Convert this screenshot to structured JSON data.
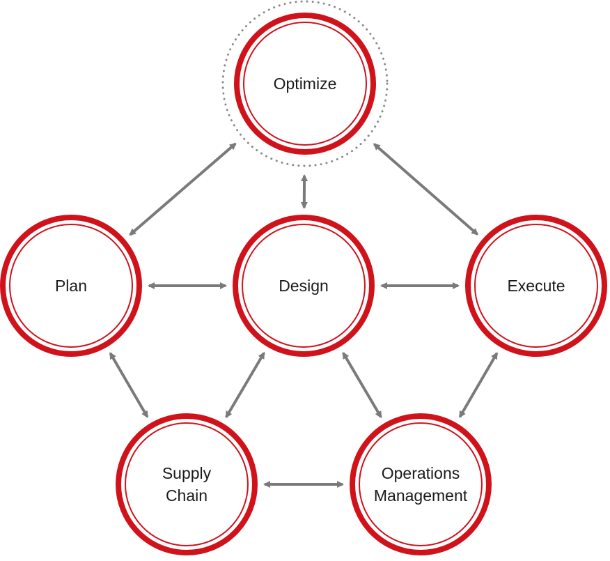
{
  "colors": {
    "ring": "#d0121b",
    "arrow": "#7a7a7a",
    "dotted_halo": "#8a8a8a",
    "text": "#1a1a1a",
    "background": "#ffffff"
  },
  "nodes": {
    "optimize": {
      "lines": [
        "Optimize"
      ],
      "highlighted": true
    },
    "plan": {
      "lines": [
        "Plan"
      ]
    },
    "design": {
      "lines": [
        "Design"
      ]
    },
    "execute": {
      "lines": [
        "Execute"
      ]
    },
    "supply_chain": {
      "lines": [
        "Supply",
        "Chain"
      ]
    },
    "operations_management": {
      "lines": [
        "Operations",
        "Management"
      ]
    }
  },
  "connections": [
    {
      "from": "optimize",
      "to": "plan",
      "direction": "both"
    },
    {
      "from": "optimize",
      "to": "design",
      "direction": "both"
    },
    {
      "from": "optimize",
      "to": "execute",
      "direction": "both"
    },
    {
      "from": "plan",
      "to": "design",
      "direction": "both"
    },
    {
      "from": "design",
      "to": "execute",
      "direction": "both"
    },
    {
      "from": "plan",
      "to": "supply_chain",
      "direction": "both"
    },
    {
      "from": "design",
      "to": "supply_chain",
      "direction": "both"
    },
    {
      "from": "design",
      "to": "operations_management",
      "direction": "both"
    },
    {
      "from": "execute",
      "to": "operations_management",
      "direction": "both"
    },
    {
      "from": "supply_chain",
      "to": "operations_management",
      "direction": "both"
    }
  ]
}
